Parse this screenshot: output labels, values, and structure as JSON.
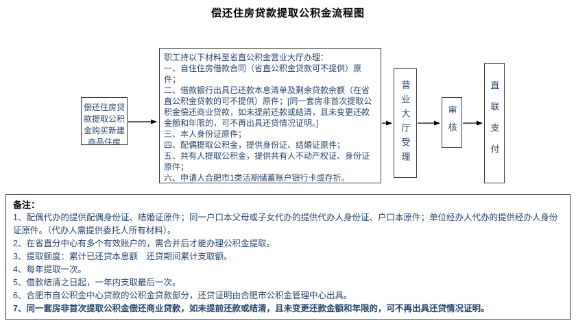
{
  "title": "偿还住房贷款提取公积金流程图",
  "flow": {
    "source": "偿还住房贷\n款提取公积\n金购买新建\n商品住房",
    "materials": {
      "intro": "职工持以下材料至省直公积金营业大厅办理：",
      "items": [
        "一、自住住房借款合同（省直公积金贷款可不提供）原件；",
        "二、借款银行出具已还款本息清单及剩余贷款余额（在省直公积金贷款的可不提供）原件；[同一套房非首次提取公积金偿还商业贷款，如未提前还款或结清，且未变更还款金额和年限的，可不再出具还贷情况证明。]",
        "三、本人身份证原件；",
        "四、配偶提取公积金，提供身份证、结婚证原件；",
        "五、共有人提取公积金，提供共有人不动产权证、身份证原件；",
        "六、申请人合肥市1类活期储蓄账户银行卡或存折。"
      ]
    },
    "steps": [
      "营业大厅受理",
      "审核",
      "直联支付"
    ]
  },
  "notes": {
    "label": "备注：",
    "items": [
      "1、配偶代办的提供配偶身份证、结婚证原件；同一户口本父母或子女代办的提供代办人身份证、户口本原件；单位经办人代办的提供经办人身份证原件。（代办人需提供委托人所有材料）。",
      "2、在省直分中心有多个有效账户的，需合并后才能办理公积金提取。",
      "3、提取额度：累计已还贷本息额　还贷期间累计支取额。",
      "4、每年提取一次。",
      "5、借款结清之日起，一年内支取最后一次。",
      "6、合肥市自公积金中心贷款的公积金贷款部分，还贷证明由合肥市公积金管理中心出具。",
      "7、同一套房非首次提取公积金偿还商业贷款，如未提前还款或结清，且未变更还款金额和年限的，可不再出具还贷情况证明。"
    ]
  },
  "colors": {
    "ink": "#24446b",
    "border": "#3a3a3a",
    "title": "#000000"
  }
}
